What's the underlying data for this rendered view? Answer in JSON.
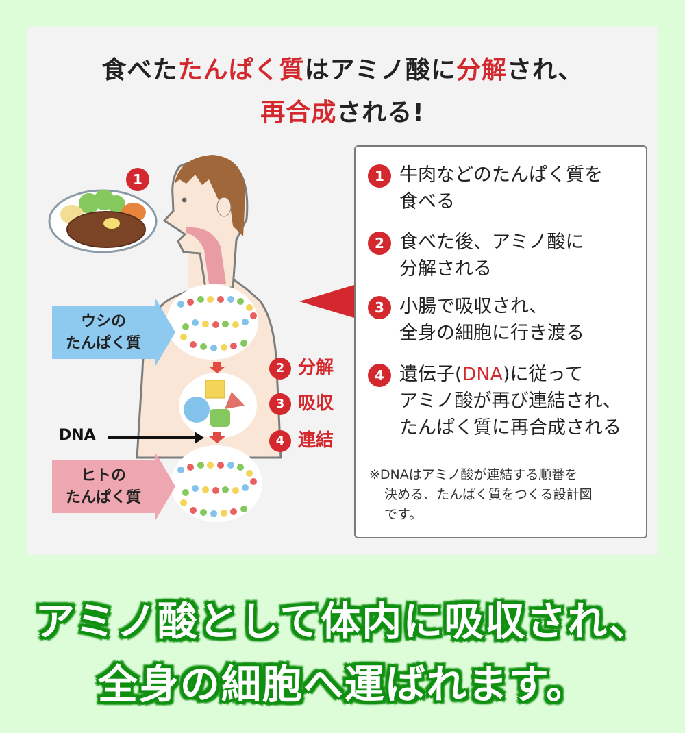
{
  "title": {
    "line1": [
      {
        "text": "食べた",
        "red": false
      },
      {
        "text": "たんぱく質",
        "red": true
      },
      {
        "text": "はアミノ酸に",
        "red": false
      },
      {
        "text": "分解",
        "red": true
      },
      {
        "text": "され、",
        "red": false
      }
    ],
    "line2": [
      {
        "text": "再合成",
        "red": true
      },
      {
        "text": "される!",
        "red": false
      }
    ]
  },
  "illustration": {
    "food_badge": "1",
    "cow_label": {
      "line1": "ウシの",
      "line2": "たんぱく質"
    },
    "human_label": {
      "line1": "ヒトの",
      "line2": "たんぱく質"
    },
    "dna_label": "DNA",
    "process_steps": [
      {
        "num": "2",
        "label": "分解"
      },
      {
        "num": "3",
        "label": "吸収"
      },
      {
        "num": "4",
        "label": "連結"
      }
    ]
  },
  "infobox": {
    "steps": [
      {
        "num": "1",
        "line1": "牛肉などのたんぱく質を",
        "line2": "食べる"
      },
      {
        "num": "2",
        "line1": "食べた後、アミノ酸に",
        "line2": "分解される"
      },
      {
        "num": "3",
        "line1": "小腸で吸収され、",
        "line2": "全身の細胞に行き渡る"
      },
      {
        "num": "4",
        "line1_pre": "遺伝子(",
        "line1_red": "DNA",
        "line1_post": ")に従って",
        "line2": "アミノ酸が再び連結され、",
        "line3": "たんぱく質に再合成される"
      }
    ],
    "note": {
      "line1": "※DNAはアミノ酸が連結する順番を",
      "line2": "決める、たんぱく質をつくる設計図",
      "line3": "です。"
    }
  },
  "footer": {
    "line1": "アミノ酸として体内に吸収され、",
    "line2": "全身の細胞へ運ばれます。"
  },
  "colors": {
    "accent_red": "#d3282d",
    "page_bg": "#ddfdd9",
    "panel_bg": "#f3f3f3",
    "footer_outline": "#119011",
    "cow_label_bg": "#8ec9ef",
    "human_label_bg": "#eea7b1"
  }
}
